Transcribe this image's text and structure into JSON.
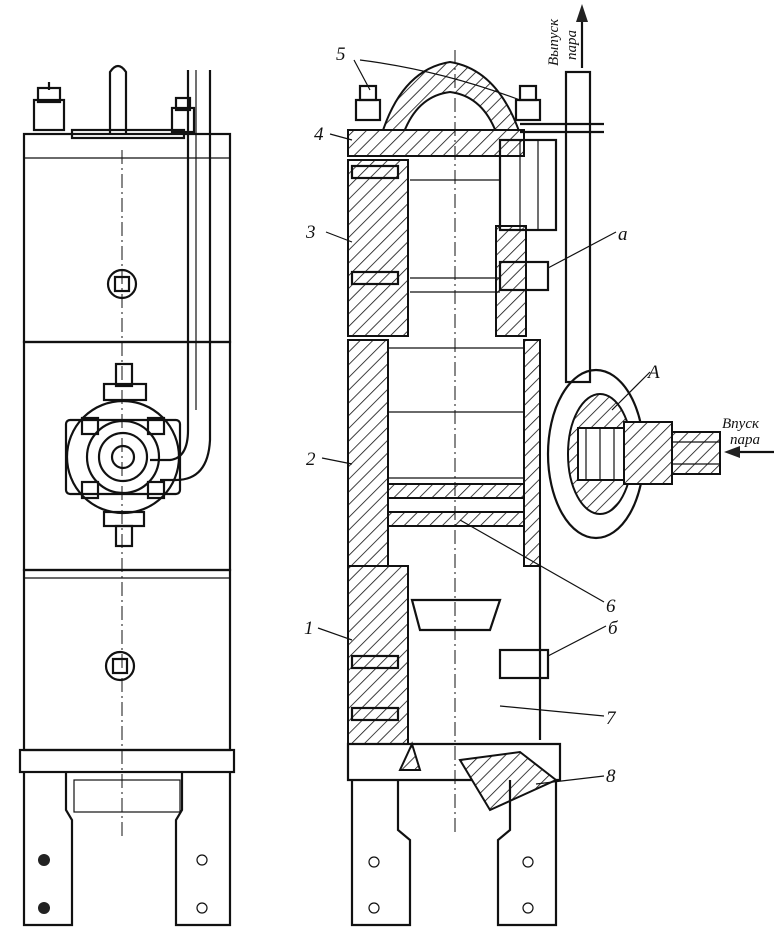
{
  "labels": {
    "part_1": "1",
    "part_2": "2",
    "part_3": "3",
    "part_4": "4",
    "part_5": "5",
    "part_6": "6",
    "part_7": "7",
    "part_8": "8",
    "point_a": "а",
    "point_b": "б",
    "detail_A": "А"
  },
  "annotations": {
    "steam_out_1": "Выпуск",
    "steam_out_2": "пара",
    "steam_in_1": "Впуск",
    "steam_in_2": "пара"
  }
}
